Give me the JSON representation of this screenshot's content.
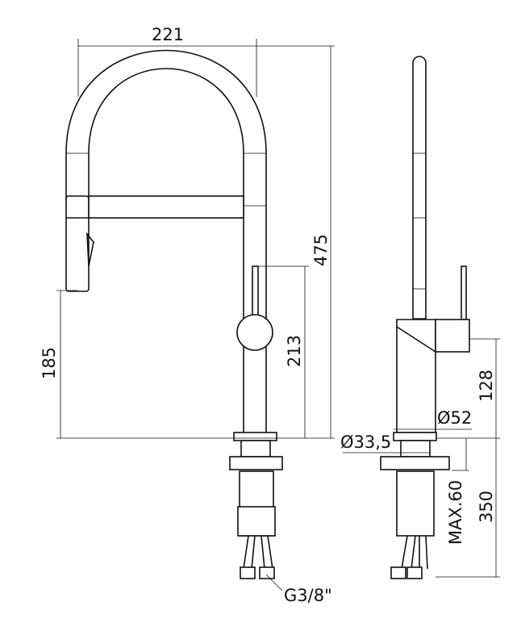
{
  "title": "Kitchen faucet technical drawing",
  "dimensions": {
    "width_221": "221",
    "height_475": "475",
    "spout_185": "185",
    "handle_213": "213",
    "side_128": "128",
    "diam_52": "Ø52",
    "diam_33_5": "Ø33,5",
    "max_60": "MAX.60",
    "hose_350": "350",
    "connection": "G3/8\""
  },
  "colors": {
    "line": "#111111",
    "background": "#ffffff"
  }
}
